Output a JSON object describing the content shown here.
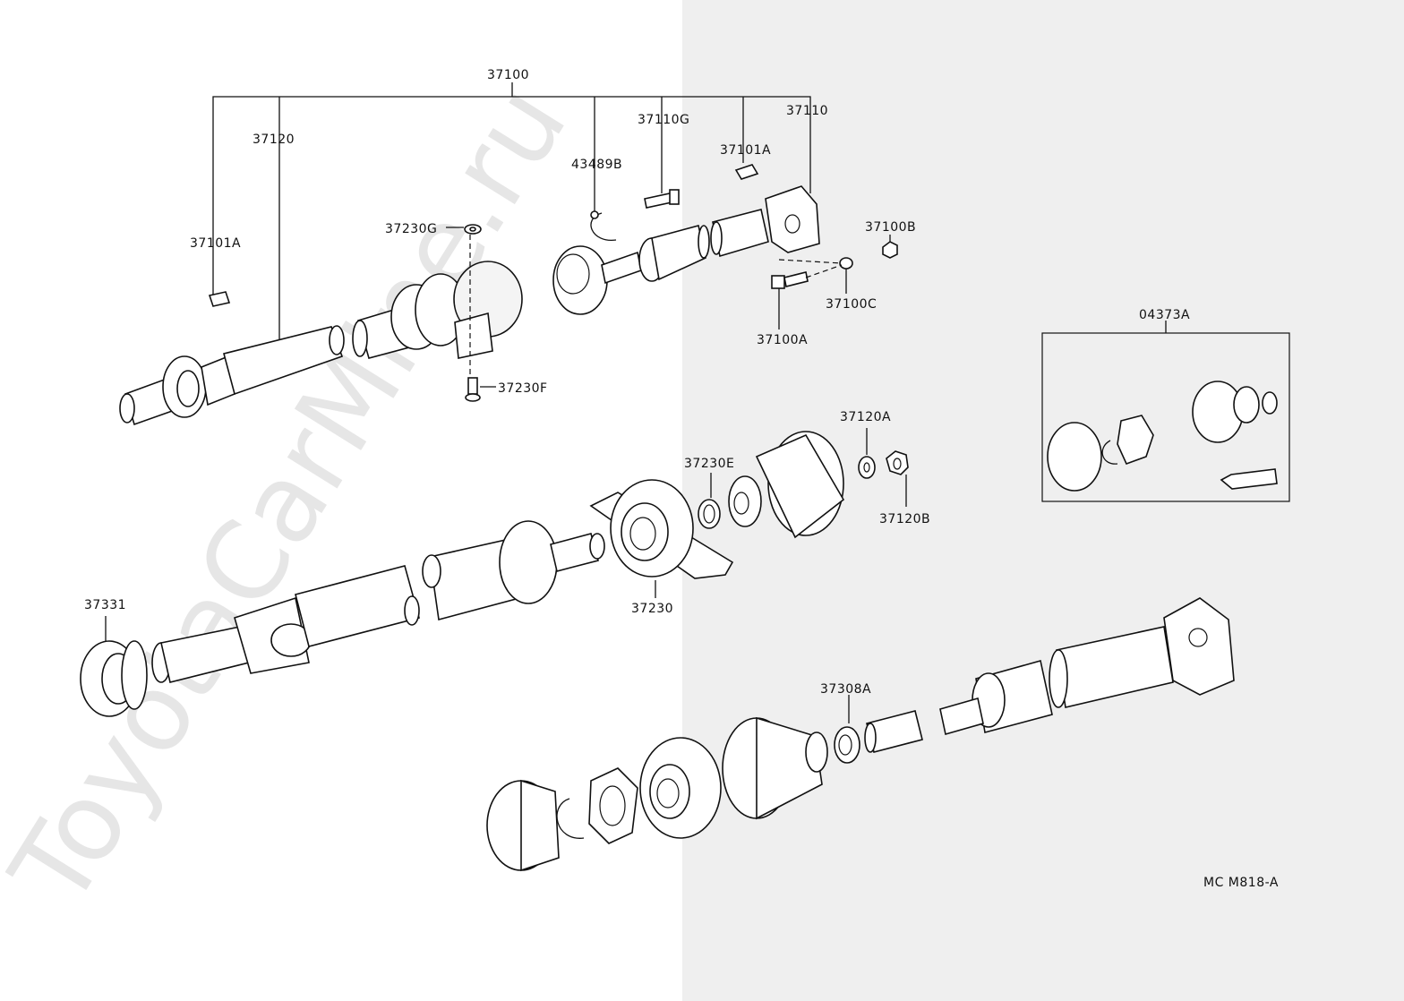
{
  "watermark": "ToyotaCarMine.ru",
  "diagram_code": "MC M818-A",
  "part_labels": {
    "p37100": "37100",
    "p37120": "37120",
    "p37110G": "37110G",
    "p37110": "37110",
    "p37101A_top": "37101A",
    "p37101A_left": "37101A",
    "p43489B": "43489B",
    "p37230G": "37230G",
    "p37230F": "37230F",
    "p37100B": "37100B",
    "p37100C": "37100C",
    "p37100A": "37100A",
    "p04373A": "04373A",
    "p37120A": "37120A",
    "p37230E": "37230E",
    "p37120B": "37120B",
    "p37230": "37230",
    "p37331": "37331",
    "p37308A": "37308A"
  }
}
